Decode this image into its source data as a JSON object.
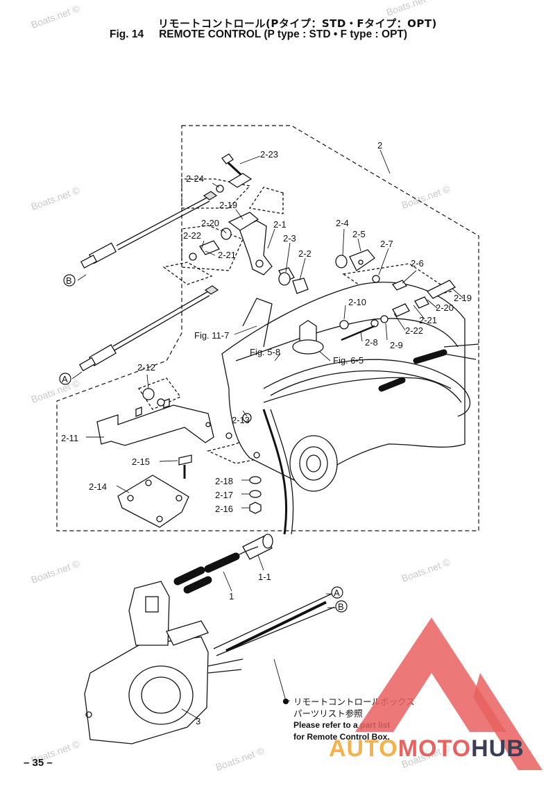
{
  "header": {
    "title_jp": "リモートコントロール(Pタイプ：STD・Fタイプ：OPT)",
    "fig_number": "Fig. 14",
    "title_en": "REMOTE CONTROL (P type : STD • F type : OPT)"
  },
  "watermark": "Boats.net ©",
  "callouts": {
    "c2": "2",
    "c2_23": "2-23",
    "c2_24": "2-24",
    "c2_19a": "2-19",
    "c2_20a": "2-20",
    "c2_1": "2-1",
    "c2_22a": "2-22",
    "c2_21a": "2-21",
    "c2_3": "2-3",
    "c2_2": "2-2",
    "c2_4": "2-4",
    "c2_5": "2-5",
    "c2_7": "2-7",
    "c2_6": "2-6",
    "c2_19b": "2-19",
    "c2_20b": "2-20",
    "c2_21b": "2-21",
    "c2_22b": "2-22",
    "c2_10": "2-10",
    "c2_8": "2-8",
    "c2_9": "2-9",
    "fig11_7": "Fig. 11-7",
    "fig5_8": "Fig. 5-8",
    "fig6_5": "Fig. 6-5",
    "c2_12": "2-12",
    "c2_11": "2-11",
    "c2_13": "2-13",
    "c2_15": "2-15",
    "c2_14": "2-14",
    "c2_18": "2-18",
    "c2_17": "2-17",
    "c2_16": "2-16",
    "c1_1": "1-1",
    "c1": "1",
    "c3": "3",
    "markA": "A",
    "markB": "B"
  },
  "note": {
    "jp_line1": "リモートコントロールボックス",
    "jp_line2": "パーツリスト参照",
    "en_line1": "Please refer to a part list",
    "en_line2": "for Remote Control Box."
  },
  "page_number": "– 35 –",
  "logo": {
    "text_1": "AUTO",
    "text_2": "MOTO",
    "text_3": "HUB",
    "colors": {
      "auto": "#f5b24a",
      "moto": "#e9625f",
      "hub": "#3a3f55",
      "triangle": "#e9625f"
    }
  }
}
